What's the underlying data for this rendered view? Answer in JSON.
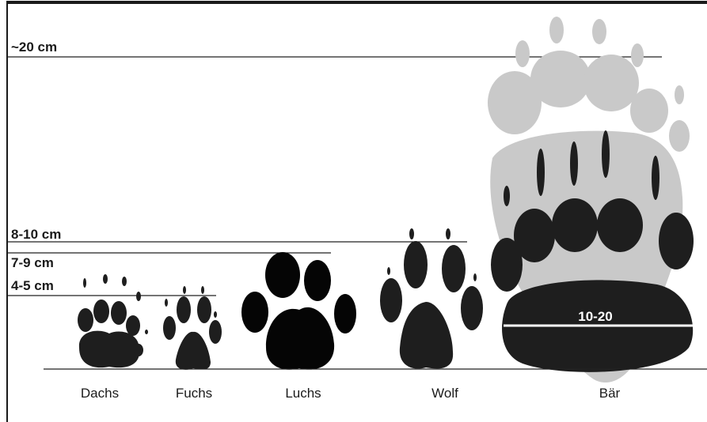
{
  "colors": {
    "frame": "#1a1a1a",
    "track_dark": "#1e1e1e",
    "track_light": "#c9c9c9",
    "guide_line": "#222222",
    "background": "#ffffff"
  },
  "size_labels": [
    {
      "key": "l20",
      "text": "~20 cm"
    },
    {
      "key": "l810",
      "text": "8-10 cm"
    },
    {
      "key": "l79",
      "text": "7-9 cm"
    },
    {
      "key": "l45",
      "text": "4-5 cm"
    }
  ],
  "animals": [
    {
      "name": "Dachs"
    },
    {
      "name": "Fuchs"
    },
    {
      "name": "Luchs"
    },
    {
      "name": "Wolf"
    },
    {
      "name": "Bär"
    }
  ],
  "bear_range": "10-20"
}
